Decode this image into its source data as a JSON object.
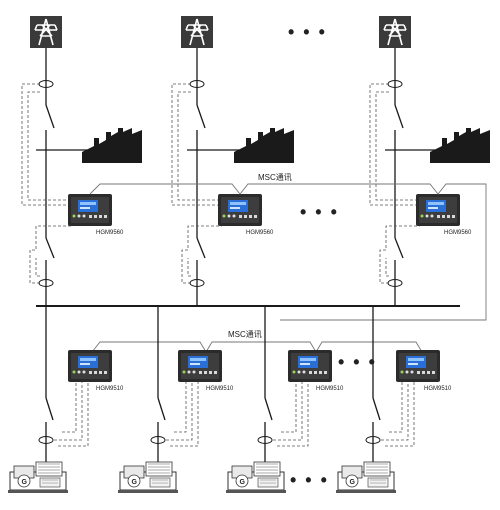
{
  "mains": [
    {
      "id": "mains-1"
    },
    {
      "id": "mains-2"
    },
    {
      "id": "mains-3"
    }
  ],
  "mains_controllers": [
    {
      "model": "HGM9560"
    },
    {
      "model": "HGM9560"
    },
    {
      "model": "HGM9560"
    }
  ],
  "gen_controllers": [
    {
      "model": "HGM9510"
    },
    {
      "model": "HGM9510"
    },
    {
      "model": "HGM9510"
    },
    {
      "model": "HGM9510"
    }
  ],
  "communication": {
    "upper_label": "MSC通讯",
    "lower_label": "MSC通讯"
  },
  "ellipsis": "• • •",
  "colors": {
    "line": "#1a1a1a",
    "dashed": "#555555",
    "controller_body": "#2b2b2b",
    "controller_screen": "#2a6fd6",
    "factory": "#1a1a1a"
  },
  "icons": {
    "mains_source": "transmission-tower-icon",
    "load": "factory-icon",
    "generator": "generator-set-icon",
    "breaker": "circuit-breaker-icon",
    "ct": "current-transformer-icon"
  }
}
